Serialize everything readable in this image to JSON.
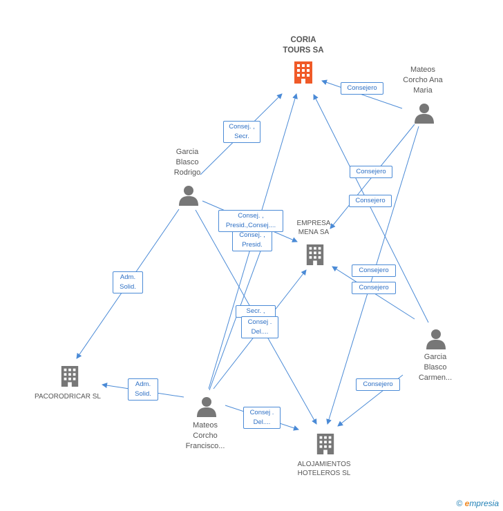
{
  "colors": {
    "edge": "#4a8ad6",
    "building_main": "#f05a28",
    "building": "#777777",
    "person": "#777777"
  },
  "nodes": {
    "coria": {
      "lines": [
        "CORIA",
        "TOURS SA"
      ],
      "icon": "building-icon"
    },
    "empresa_mena": {
      "lines": [
        "EMPRESA",
        "MENA SA"
      ],
      "icon": "building-icon"
    },
    "pacorodricar": {
      "lines": [
        "PACORODRICAR SL"
      ],
      "icon": "building-icon"
    },
    "alojamientos": {
      "lines": [
        "ALOJAMIENTOS",
        "HOTELEROS SL"
      ],
      "icon": "building-icon"
    },
    "garcia_rodrigo": {
      "lines": [
        "Garcia",
        "Blasco",
        "Rodrigo"
      ],
      "icon": "person-icon"
    },
    "mateos_ana": {
      "lines": [
        "Mateos",
        "Corcho Ana",
        "Maria"
      ],
      "icon": "person-icon"
    },
    "garcia_carmen": {
      "lines": [
        "Garcia",
        "Blasco",
        "Carmen..."
      ],
      "icon": "person-icon"
    },
    "mateos_francisco": {
      "lines": [
        "Mateos",
        "Corcho",
        "Francisco..."
      ],
      "icon": "person-icon"
    }
  },
  "edge_labels": {
    "rodrigo_coria": [
      "Consej. ,",
      "Secr."
    ],
    "ana_coria": [
      "Consejero"
    ],
    "consejero_a": [
      "Consejero"
    ],
    "consejero_b": [
      "Consejero"
    ],
    "presid_consej": [
      "Consej. ,",
      "Presid.,Consej...."
    ],
    "consej_presid": [
      "Consej. ,",
      "Presid."
    ],
    "adm_rodrigo": [
      "Adm.",
      "Solid."
    ],
    "consejero_c": [
      "Consejero"
    ],
    "consejero_d": [
      "Consejero"
    ],
    "secr": [
      "Secr. ,"
    ],
    "consej_del_a": [
      "Consej .",
      "Del...."
    ],
    "adm_francisco": [
      "Adm.",
      "Solid."
    ],
    "consejero_e": [
      "Consejero"
    ],
    "consej_del_b": [
      "Consej .",
      "Del...."
    ]
  },
  "footer": {
    "copyright": "©",
    "brand_initial": "e",
    "brand_rest": "mpresia"
  }
}
